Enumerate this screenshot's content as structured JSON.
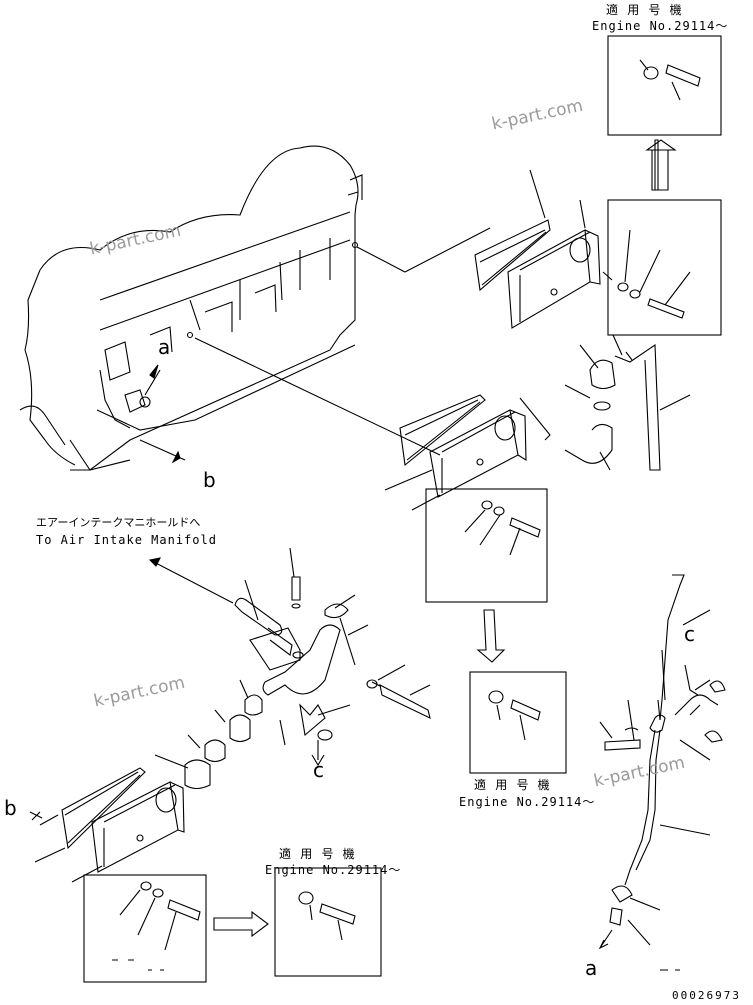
{
  "applicability": {
    "title": "適 用 号 機",
    "engine": "Engine No.29114～"
  },
  "labels": {
    "manifold_jp": "エアーインテークマニホールドへ",
    "manifold_en": "To Air Intake Manifold"
  },
  "refs": {
    "a": "a",
    "b": "b",
    "c": "c"
  },
  "watermark": "k-part.com",
  "doc_number": "00026973",
  "colors": {
    "line": "#000000",
    "watermark": "#9a9a9a"
  }
}
